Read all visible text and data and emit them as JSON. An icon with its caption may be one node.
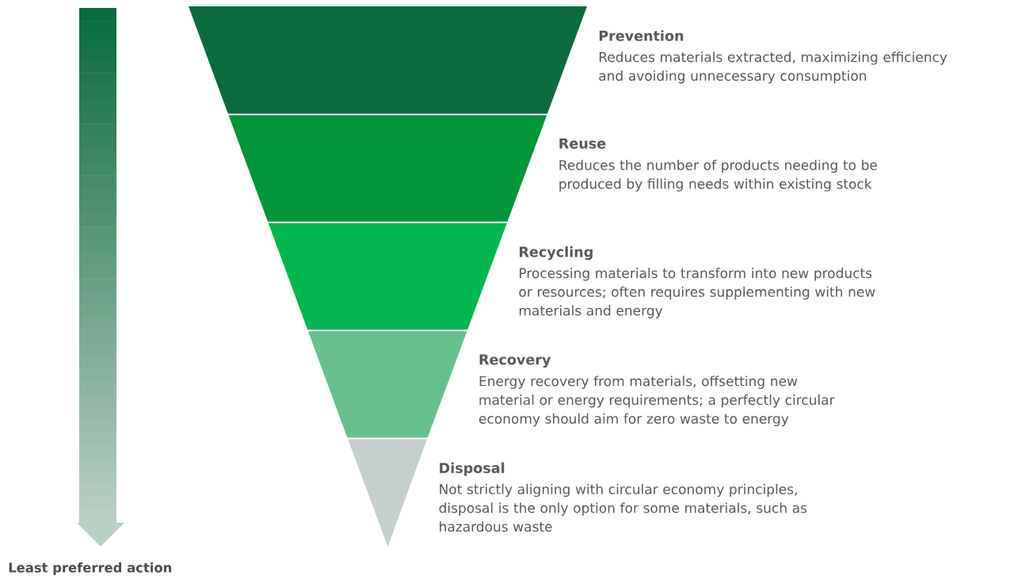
{
  "diagram": {
    "nodes": [
      {
        "text": [],
        "shape": "trapezoid",
        "beside": [
          "Prevention",
          "Reduces materials extracted, maximizing efficiency and avoiding unnecessary consumption"
        ]
      },
      {
        "text": [],
        "shape": "trapezoid",
        "beside": [
          "Reuse",
          "Reduces the number of products needing to be produced by filling needs within existing stock"
        ]
      },
      {
        "text": [],
        "shape": "trapezoid",
        "beside": [
          "Recycling",
          "Processing materials to transform into new products or resources; often requires supplementing with new materials and energy"
        ]
      },
      {
        "text": [],
        "shape": "trapezoid",
        "beside": [
          "Recovery",
          "Energy recovery from materials, offsetting new material or energy requirements; a perfectly circular economy should aim for zero waste to energy"
        ]
      },
      {
        "text": [],
        "shape": "triangle",
        "beside": [
          "Disposal",
          "Not strictly aligning with circular economy principles, disposal is the only option for some materials, such as hazardous waste"
        ]
      }
    ],
    "labels": [
      "Least preferred action"
    ]
  }
}
